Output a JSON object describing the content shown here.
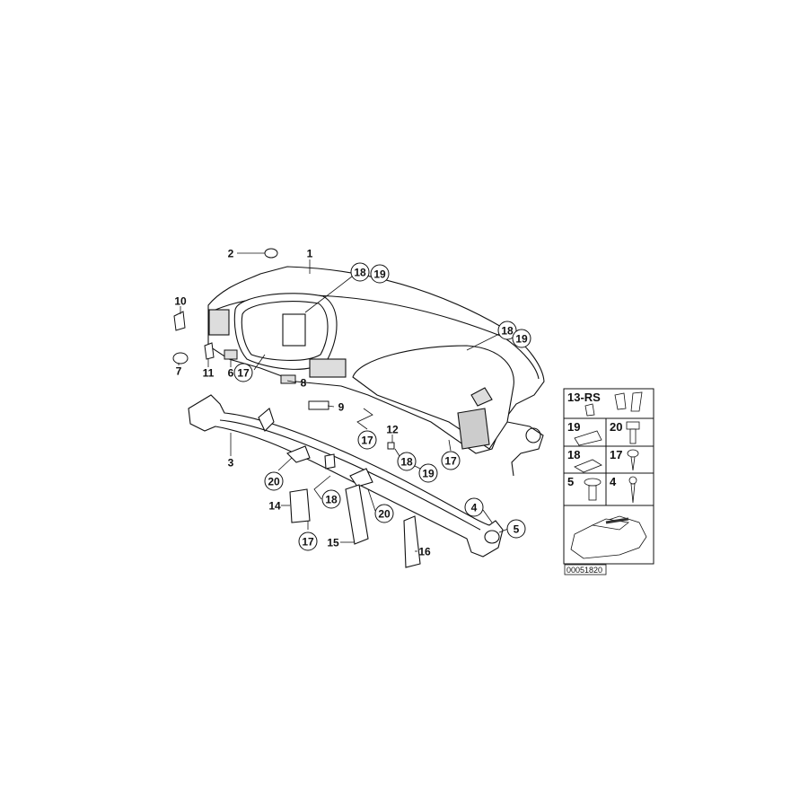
{
  "diagram_id": "00051820",
  "callouts": [
    {
      "text": "1",
      "circled": false
    },
    {
      "text": "2",
      "circled": false
    },
    {
      "text": "18",
      "circled": true
    },
    {
      "text": "19",
      "circled": true
    },
    {
      "text": "10",
      "circled": false
    },
    {
      "text": "7",
      "circled": false
    },
    {
      "text": "11",
      "circled": false
    },
    {
      "text": "6",
      "circled": false
    },
    {
      "text": "17",
      "circled": true
    },
    {
      "text": "8",
      "circled": false
    },
    {
      "text": "9",
      "circled": false
    },
    {
      "text": "18",
      "circled": true
    },
    {
      "text": "19",
      "circled": true
    },
    {
      "text": "17",
      "circled": true
    },
    {
      "text": "12",
      "circled": false
    },
    {
      "text": "18",
      "circled": true
    },
    {
      "text": "19",
      "circled": true
    },
    {
      "text": "17",
      "circled": true
    },
    {
      "text": "3",
      "circled": false
    },
    {
      "text": "20",
      "circled": true
    },
    {
      "text": "18",
      "circled": true
    },
    {
      "text": "20",
      "circled": true
    },
    {
      "text": "14",
      "circled": false
    },
    {
      "text": "17",
      "circled": true
    },
    {
      "text": "15",
      "circled": false
    },
    {
      "text": "16",
      "circled": false
    },
    {
      "text": "4",
      "circled": true
    },
    {
      "text": "5",
      "circled": true
    }
  ],
  "legend": {
    "header": "13-RS",
    "cells": [
      "19",
      "20",
      "18",
      "17",
      "5",
      "4"
    ]
  },
  "colors": {
    "line": "#111111",
    "fill": "#ffffff",
    "shade": "#cfcfcf"
  }
}
